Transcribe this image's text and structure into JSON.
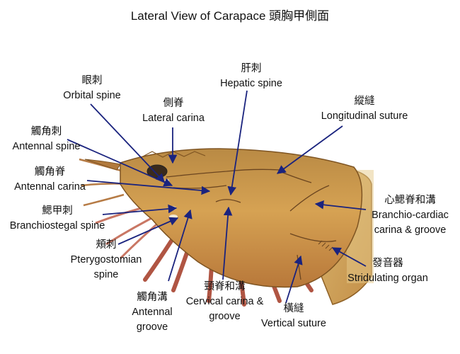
{
  "title": "Lateral View of Carapace 頭胸甲側面",
  "labels": {
    "orbital_spine": {
      "zh": "眼刺",
      "en": "Orbital spine"
    },
    "lateral_carina": {
      "zh": "側脊",
      "en": "Lateral carina"
    },
    "hepatic_spine": {
      "zh": "肝刺",
      "en": "Hepatic spine"
    },
    "longitudinal_suture": {
      "zh": "縱縫",
      "en": "Longitudinal suture"
    },
    "antennal_spine": {
      "zh": "觸角刺",
      "en": "Antennal spine"
    },
    "antennal_carina": {
      "zh": "觸角脊",
      "en": "Antennal carina"
    },
    "branchiostegal_spine": {
      "zh": "鰓甲刺",
      "en": "Branchiostegal spine"
    },
    "pterygostomian_spine": {
      "zh": "頰刺",
      "en1": "Pterygostomian",
      "en2": "spine"
    },
    "branchio_cardiac": {
      "zh": "心鰓脊和溝",
      "en1": "Branchio-cardiac",
      "en2": "carina & groove"
    },
    "stridulating_organ": {
      "zh": "發音器",
      "en": "Stridulating organ"
    },
    "antennal_groove": {
      "zh": "觸角溝",
      "en1": "Antennal",
      "en2": "groove"
    },
    "cervical_carina": {
      "zh": "頸脊和溝",
      "en1": "Cervical carina &",
      "en2": "groove"
    },
    "vertical_suture": {
      "zh": "橫縫",
      "en": "Vertical suture"
    }
  },
  "colors": {
    "arrow": "#1a237e",
    "carapace": "#c8923c",
    "legs": "#a8432f"
  }
}
